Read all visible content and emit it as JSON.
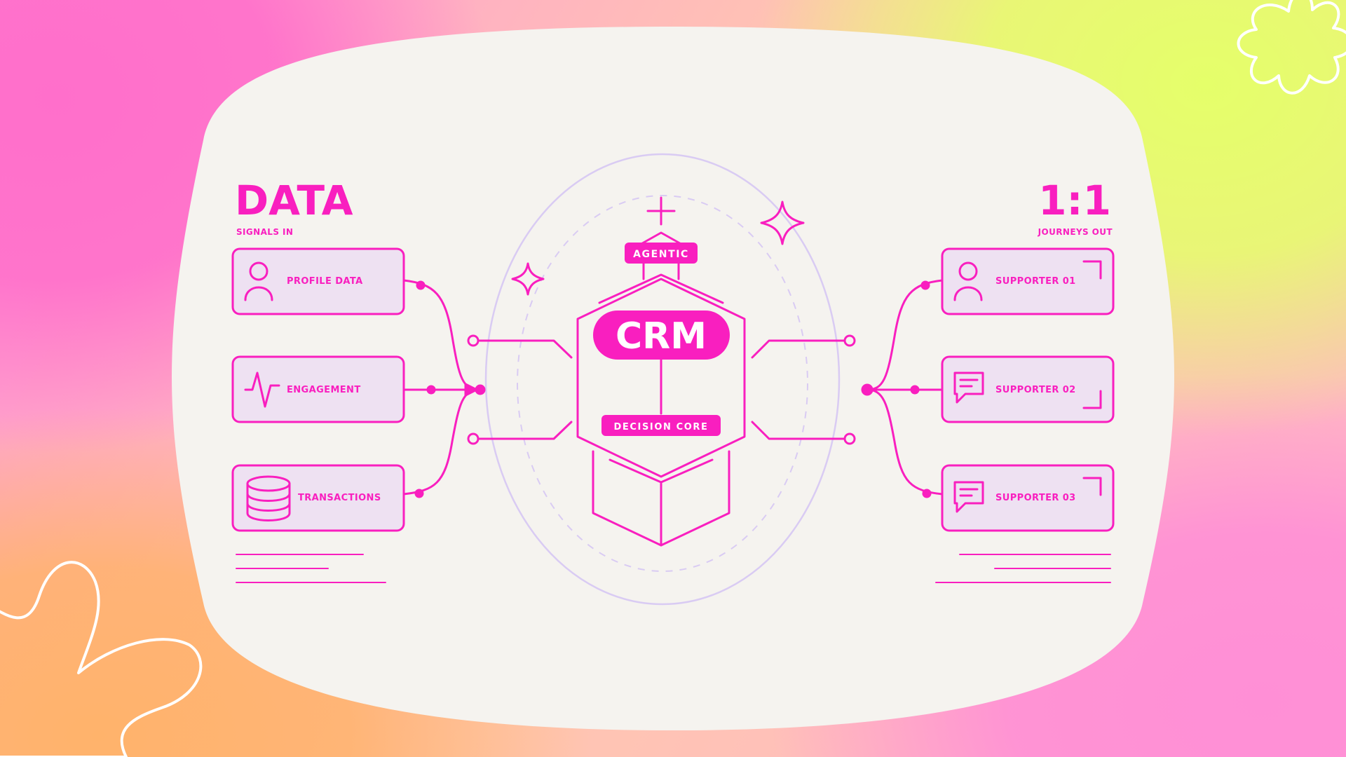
{
  "colors": {
    "accent": "#f91fbf",
    "card_fill": "#eee1f2",
    "panel": "#f5f3ef",
    "orbit": "#d9cbf3",
    "on_accent": "#ffffff"
  },
  "left": {
    "title": "DATA",
    "subtitle": "SIGNALS IN",
    "cards": [
      {
        "label": "PROFILE DATA",
        "icon": "person-icon"
      },
      {
        "label": "ENGAGEMENT",
        "icon": "pulse-icon"
      },
      {
        "label": "TRANSACTIONS",
        "icon": "database-icon"
      }
    ]
  },
  "right": {
    "title": "1:1",
    "subtitle": "JOURNEYS OUT",
    "cards": [
      {
        "label": "SUPPORTER 01",
        "icon": "person-icon"
      },
      {
        "label": "SUPPORTER 02",
        "icon": "chat-bubble-icon"
      },
      {
        "label": "SUPPORTER 03",
        "icon": "chat-bubble-icon"
      }
    ]
  },
  "core": {
    "top_tag": "AGENTIC",
    "main": "CRM",
    "bottom_tag": "DECISION CORE"
  },
  "decorations": [
    "flower-icon",
    "plus-icon",
    "sparkle-icon"
  ]
}
